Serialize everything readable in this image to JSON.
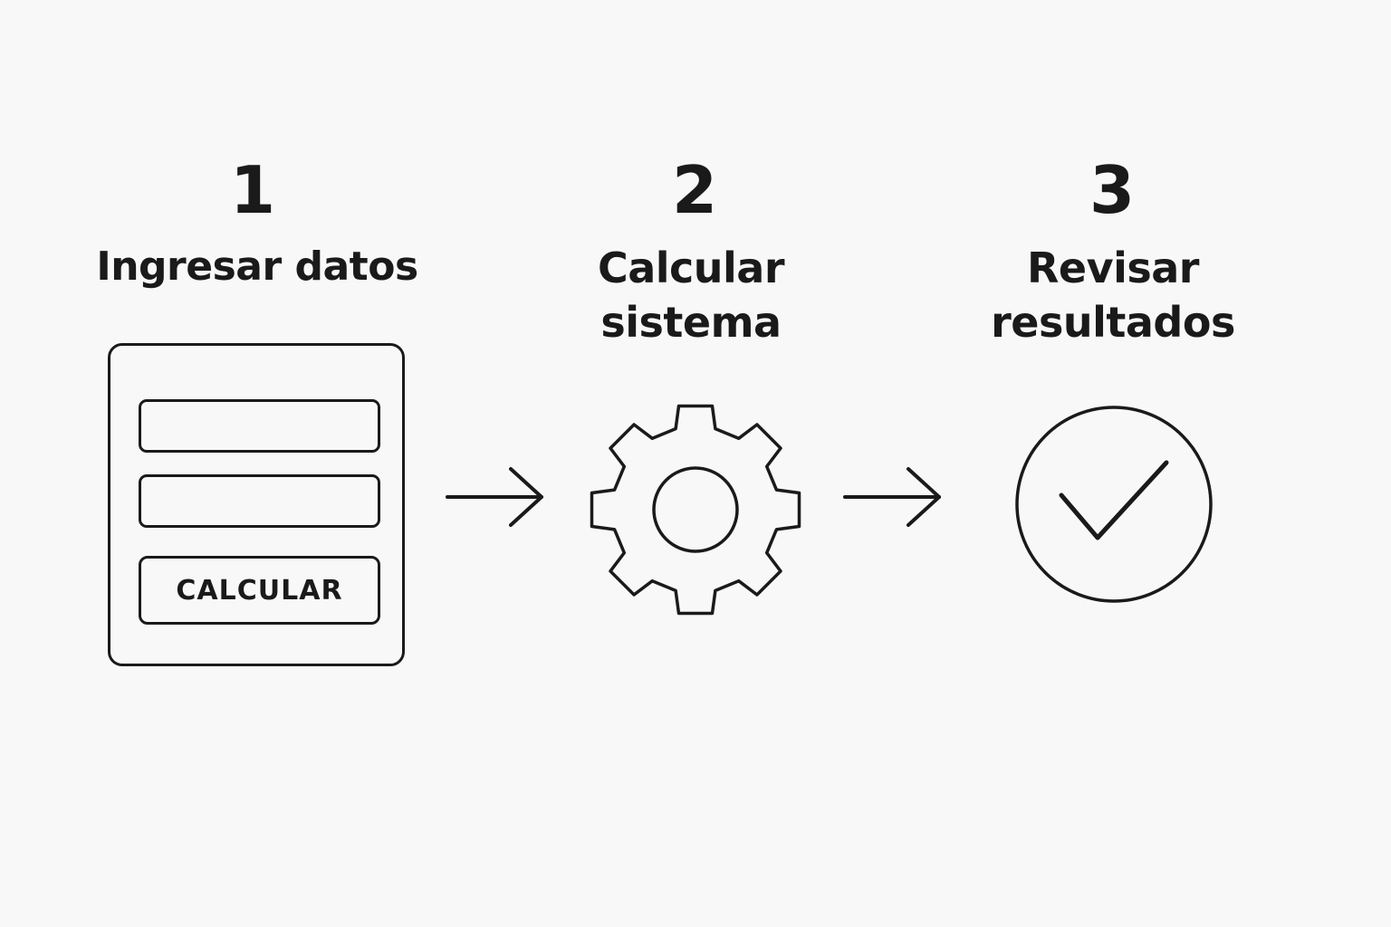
{
  "steps": [
    {
      "number": "1",
      "title_lines": [
        "Ingresar datos"
      ],
      "icon": "form-icon"
    },
    {
      "number": "2",
      "title_lines": [
        "Calcular",
        "sistema"
      ],
      "icon": "gear-icon"
    },
    {
      "number": "3",
      "title_lines": [
        "Revisar",
        "resultados"
      ],
      "icon": "check-circle-icon"
    }
  ],
  "form": {
    "button_label": "CALCULAR"
  },
  "connectors": [
    "arrow-right-icon",
    "arrow-right-icon"
  ],
  "colors": {
    "background": "#f8f8f8",
    "ink": "#1a1a1a"
  }
}
